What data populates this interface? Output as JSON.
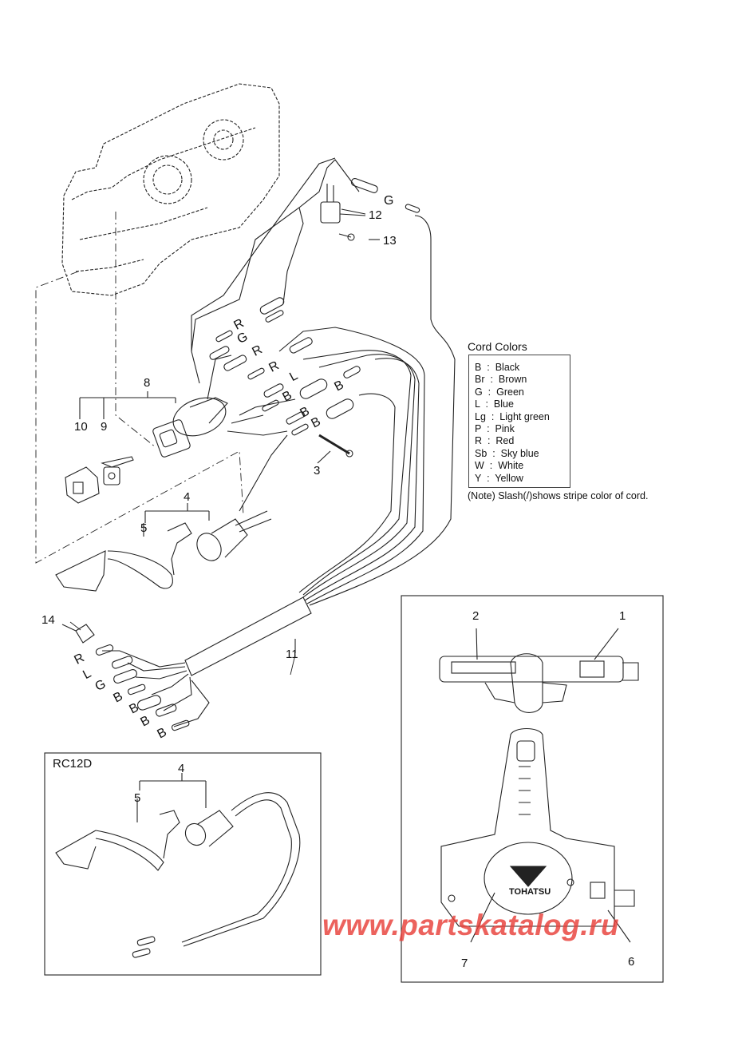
{
  "legend": {
    "title": "Cord Colors",
    "items": [
      {
        "code": "B",
        "name": "Black"
      },
      {
        "code": "Br",
        "name": "Brown"
      },
      {
        "code": "G",
        "name": "Green"
      },
      {
        "code": "L",
        "name": "Blue"
      },
      {
        "code": "Lg",
        "name": "Light green"
      },
      {
        "code": "P",
        "name": "Pink"
      },
      {
        "code": "R",
        "name": "Red"
      },
      {
        "code": "Sb",
        "name": "Sky blue"
      },
      {
        "code": "W",
        "name": "White"
      },
      {
        "code": "Y",
        "name": "Yellow"
      }
    ],
    "note": "(Note) Slash(/)shows stripe color of cord."
  },
  "inset_left": {
    "title": "RC12D"
  },
  "callouts": {
    "p1": "1",
    "p2": "2",
    "p3": "3",
    "p4": "4",
    "p4b": "4",
    "p5": "5",
    "p5b": "5",
    "p6": "6",
    "p7": "7",
    "p8": "8",
    "p9": "9",
    "p10": "10",
    "p11": "11",
    "p12": "12",
    "p13": "13",
    "p14": "14"
  },
  "wire_labels": {
    "w_g_top": "G",
    "w_r1": "R",
    "w_g2": "G",
    "w_r2": "R",
    "w_r3": "R",
    "w_l1": "L",
    "w_b1": "B",
    "w_b2": "B",
    "w_b3": "B",
    "w_b4": "B",
    "w_r4": "R",
    "w_l2": "L",
    "w_g3": "G",
    "w_b5": "B",
    "w_b6": "B",
    "w_b7": "B",
    "w_b8": "B"
  },
  "control_box": {
    "brand": "TOHATSU"
  },
  "watermark": "www.partskatalog.ru"
}
